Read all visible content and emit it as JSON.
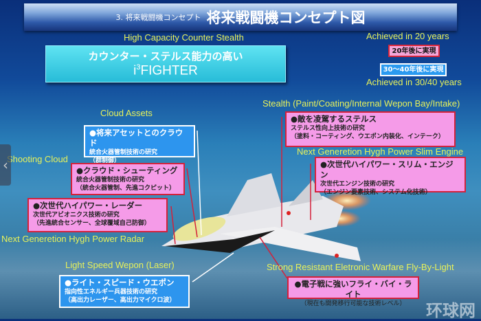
{
  "title": {
    "small": "3. 将来戦闘機コンセプト",
    "large": "将来戦闘機コンセプト図"
  },
  "headline": {
    "en": "High Capacity Counter Stealth",
    "jp": "カウンター・ステルス能力の高い",
    "name_base": "i",
    "name_sup": "3",
    "name_rest": "FIGHTER"
  },
  "legend": {
    "achieved20_en": "Achieved in 20 years",
    "achieved20_jp": "20年後に実現",
    "achieved3040_jp": "30〜40年後に実現",
    "achieved3040_en": "Achieved in 30/40 years"
  },
  "concepts": {
    "cloud_assets": {
      "label": "Cloud Assets",
      "title": "●将来アセットとのクラウド",
      "l1": "統合火器管制技術の研究",
      "l2": "（群制御）"
    },
    "shooting_cloud": {
      "label": "Shooting Cloud",
      "title": "●クラウド・シューティング",
      "l1": "統合火器管制技術の研究",
      "l2": "（統合火器管制、先進コクピット）"
    },
    "radar": {
      "label": "Next Generetion Hygh Power Radar",
      "title": "●次世代ハイパワー・レーダー",
      "l1": "次世代アビオニクス技術の研究",
      "l2": "（先進統合センサー、全球覆域自己防御）"
    },
    "stealth": {
      "label": "Stealth (Paint/Coating/Internal Wepon Bay/Intake)",
      "title": "●敵を凌駕するステルス",
      "l1": "ステルス性向上技術の研究",
      "l2": "（塗料・コーティング、ウエポン内装化、インテーク）"
    },
    "engine": {
      "label": "Next Generetion Hygh Power Slim Engine",
      "title": "●次世代ハイパワー・スリム・エンジン",
      "l1": "次世代エンジン技術の研究",
      "l2": "（エンジン要素技術、システム化技術）"
    },
    "laser": {
      "label": "Light Speed Wepon (Laser)",
      "title": "●ライト・スピード・ウエポン",
      "l1": "指向性エネルギー兵器技術の研究",
      "l2": "（高出力レーザー、高出力マイクロ波）"
    },
    "fbl": {
      "label": "Strong Resistant Eletronic Warfare Fly-By-Light",
      "title": "●電子戦に強いフライ・バイ・ライト",
      "l1": "（現在も開発移行可能な技術レベル）"
    }
  },
  "watermark": "环球网",
  "nav": {
    "prev_icon": "chevron-left-icon"
  }
}
